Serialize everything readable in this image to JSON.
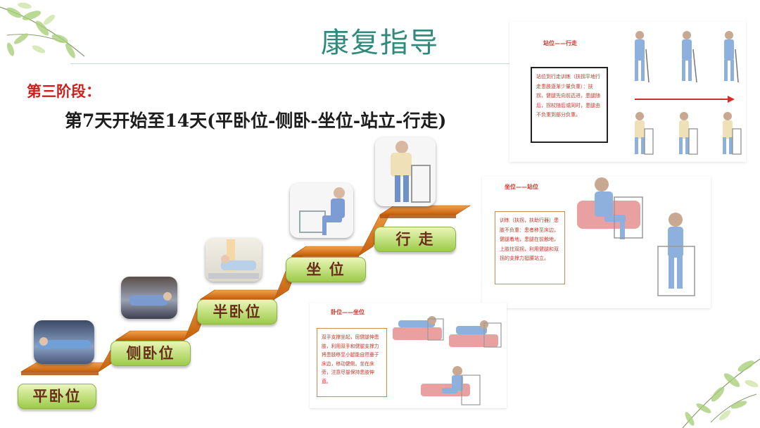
{
  "slide": {
    "title": "康复指导",
    "stage_label": "第三阶段：",
    "subtitle": "第7天开始至14天(平卧位-侧卧-坐位-站立-行走)"
  },
  "steps": [
    {
      "label": "平卧位"
    },
    {
      "label": "侧卧位"
    },
    {
      "label": "半卧位"
    },
    {
      "label": "坐  位"
    },
    {
      "label": "行  走"
    }
  ],
  "panels": {
    "walking": {
      "title": "站位——行走",
      "text": "站位到行走训练（扶拐平地行走患肢逐渐少量负重）：扶拐，健腿先向前迈进，患腿随后，拐杖随后或同时，患腿由不负重到部分负重。"
    },
    "standing": {
      "title": "坐位——站位",
      "text": "训练（扶拐，扶助行器）患肢不负重：患者移至床边，健腿着地，患腿在前触地，上肢拄双拐，利用健腿和双拐的支撑力挺腰站立。"
    },
    "sitting": {
      "title": "卧位——坐位",
      "text": "双手支撑坐起，屈健腿伸患肢，利用双手和健腿支撑力将患肢移至小腿能自然垂于床边，移动健侧。坐在床旁，注意尽量保持患肢伸直。"
    }
  },
  "colors": {
    "title": "#2f8a7c",
    "stage_label": "#cc1f1f",
    "stair": "#e07a1c",
    "button_green": "#9ccb4a",
    "panel_text": "#c0392b"
  }
}
